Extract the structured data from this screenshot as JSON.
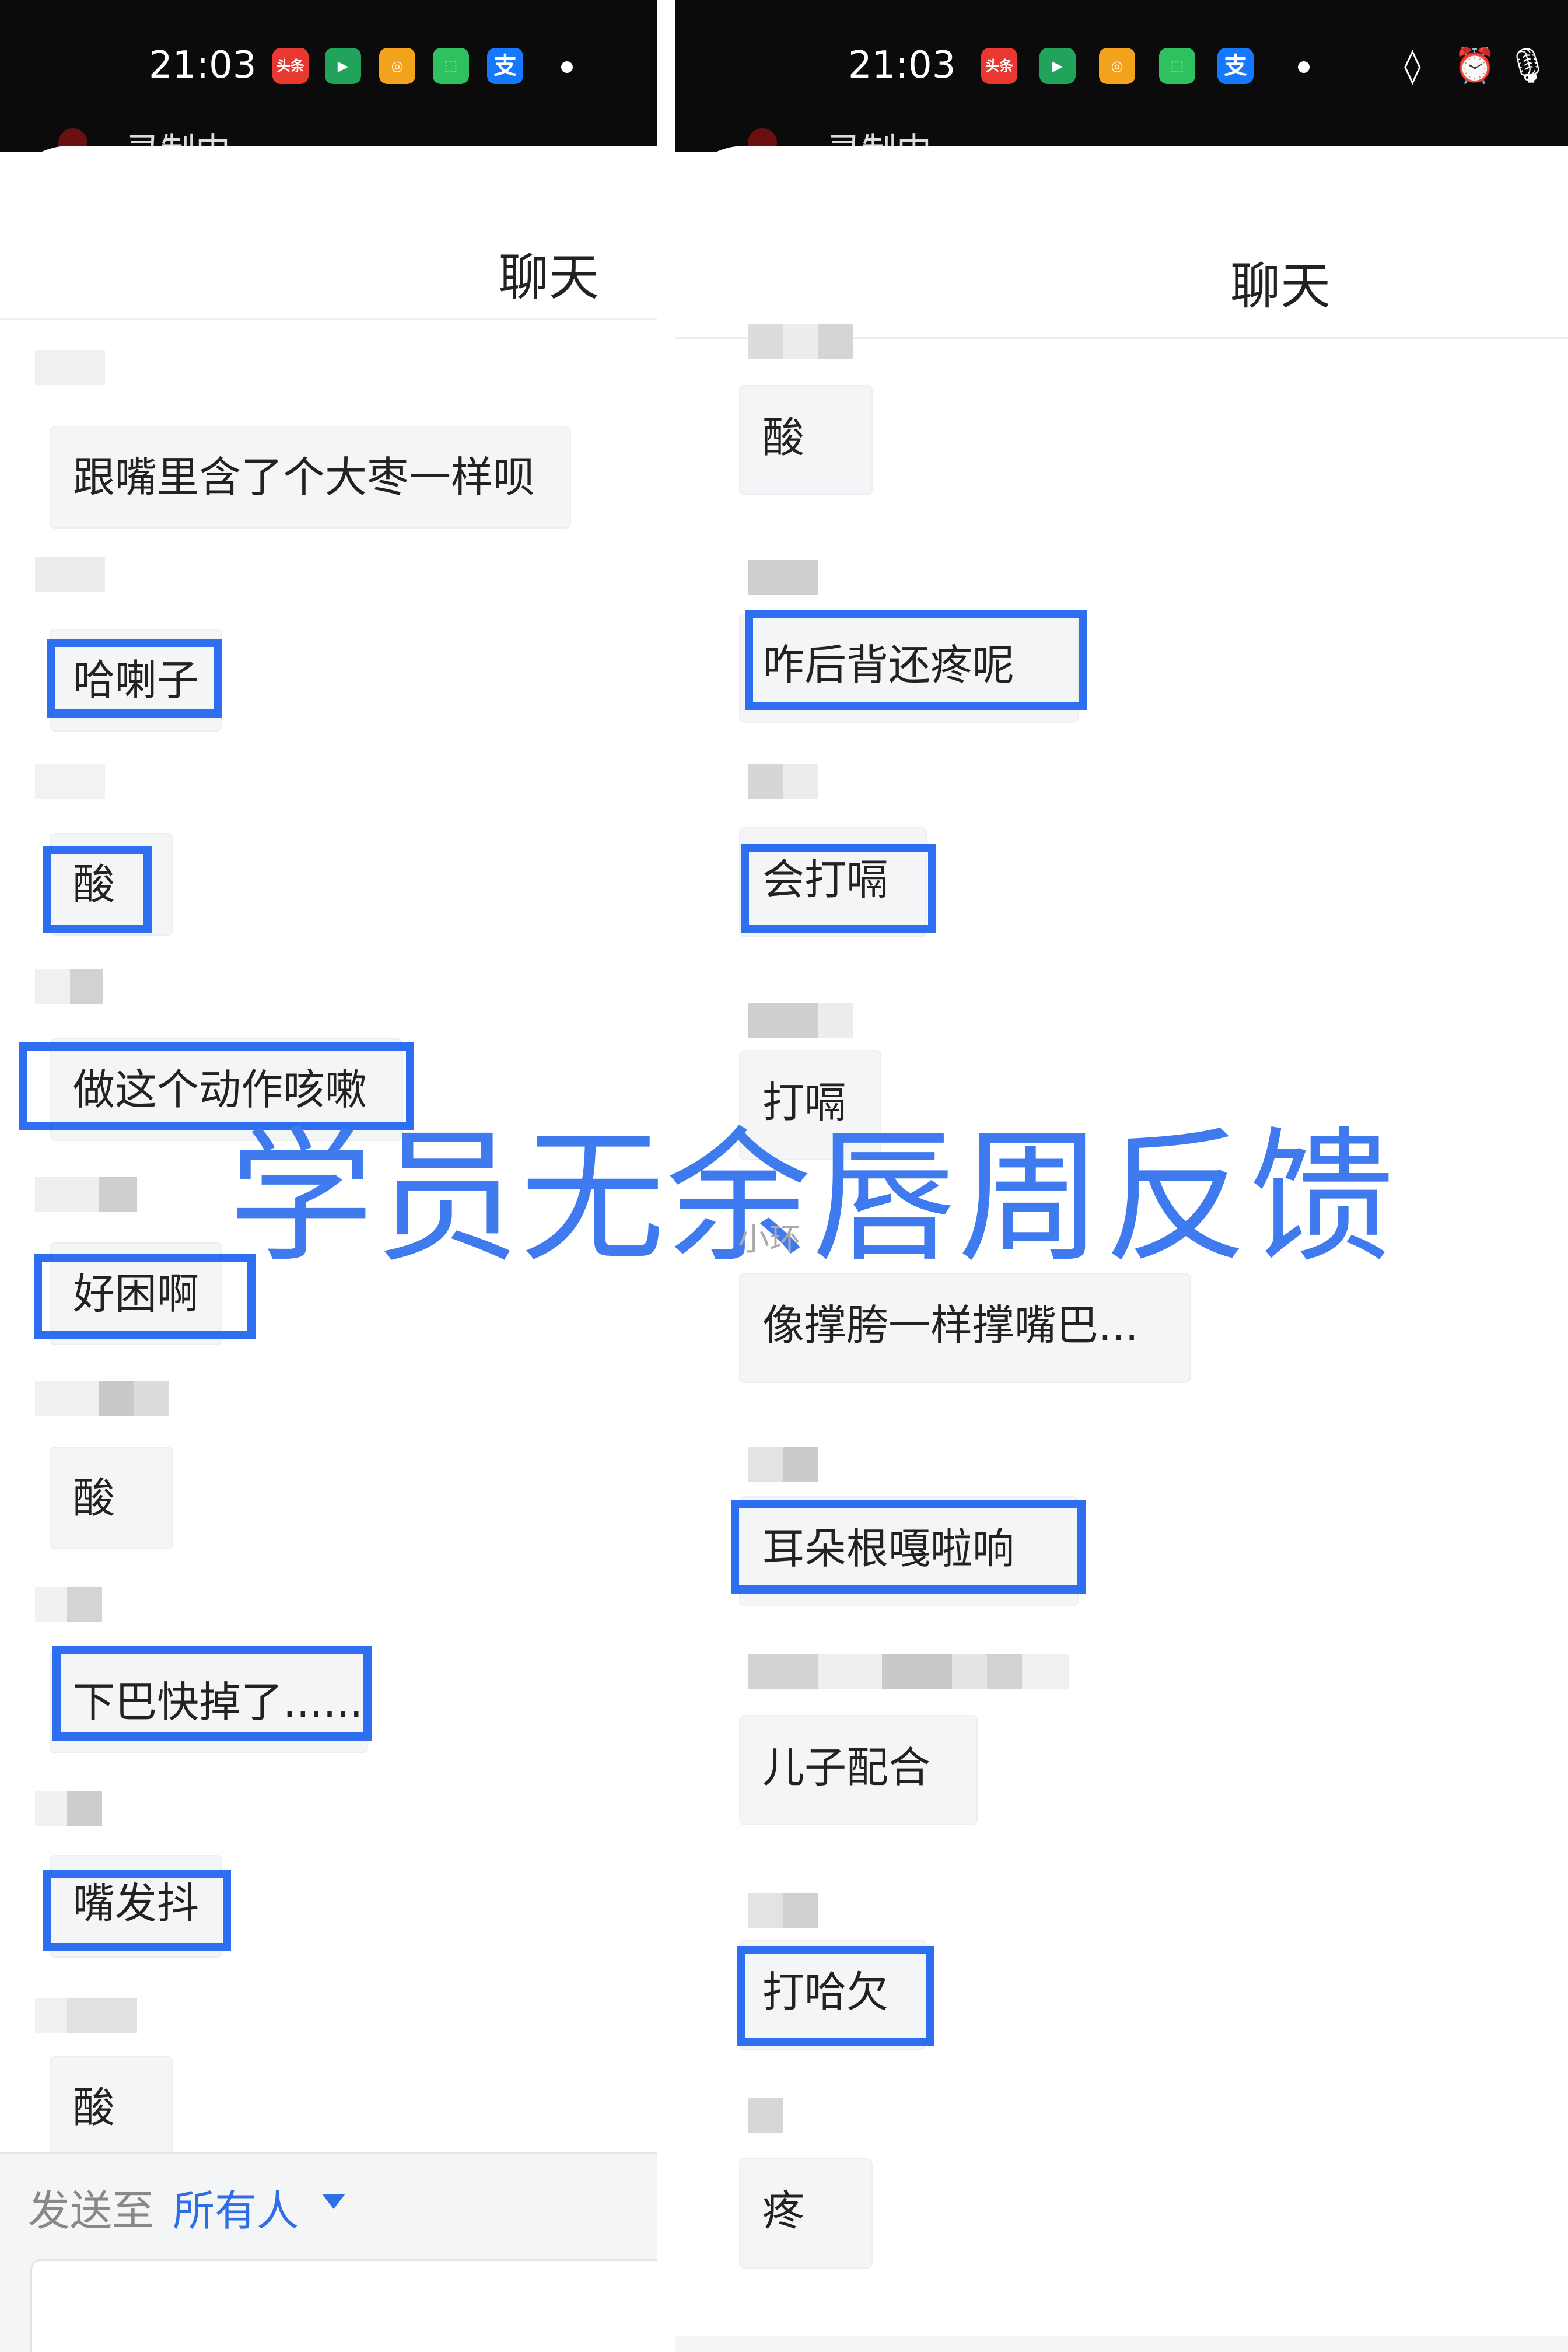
{
  "status_bar": {
    "time": "21:03",
    "app_icons": [
      {
        "name": "toutiao-icon",
        "label": "头条",
        "color": "#e8382f"
      },
      {
        "name": "video-icon",
        "label": "",
        "color": "#21a35b"
      },
      {
        "name": "browser-icon",
        "label": "",
        "color": "#f2a21b"
      },
      {
        "name": "shop-icon",
        "label": "",
        "color": "#2fc15f"
      },
      {
        "name": "alipay-icon",
        "label": "支",
        "color": "#1677ff"
      }
    ],
    "recording_label": "录制中"
  },
  "chat": {
    "title": "聊天",
    "left_messages": [
      "跟嘴里含了个大枣一样呗",
      "哈喇子",
      "酸",
      "做这个动作咳嗽",
      "好困啊",
      "酸",
      "下巴快掉了......",
      "嘴发抖",
      "酸"
    ],
    "right_messages": [
      "酸",
      "咋后背还疼呢",
      "会打嗝",
      "打嗝",
      "像撑胯一样撑嘴巴...",
      "耳朵根嘎啦响",
      "儿子配合",
      "打哈欠",
      "疼"
    ],
    "input": {
      "send_to_label": "发送至",
      "recipient": "所有人"
    }
  },
  "overlay": {
    "watermark": "学员无余唇周反馈",
    "faint_label": "小环"
  },
  "colors": {
    "highlight": "#2d6ff0",
    "accent": "#2f6fe4",
    "bubble_bg": "#f4f5f7"
  }
}
